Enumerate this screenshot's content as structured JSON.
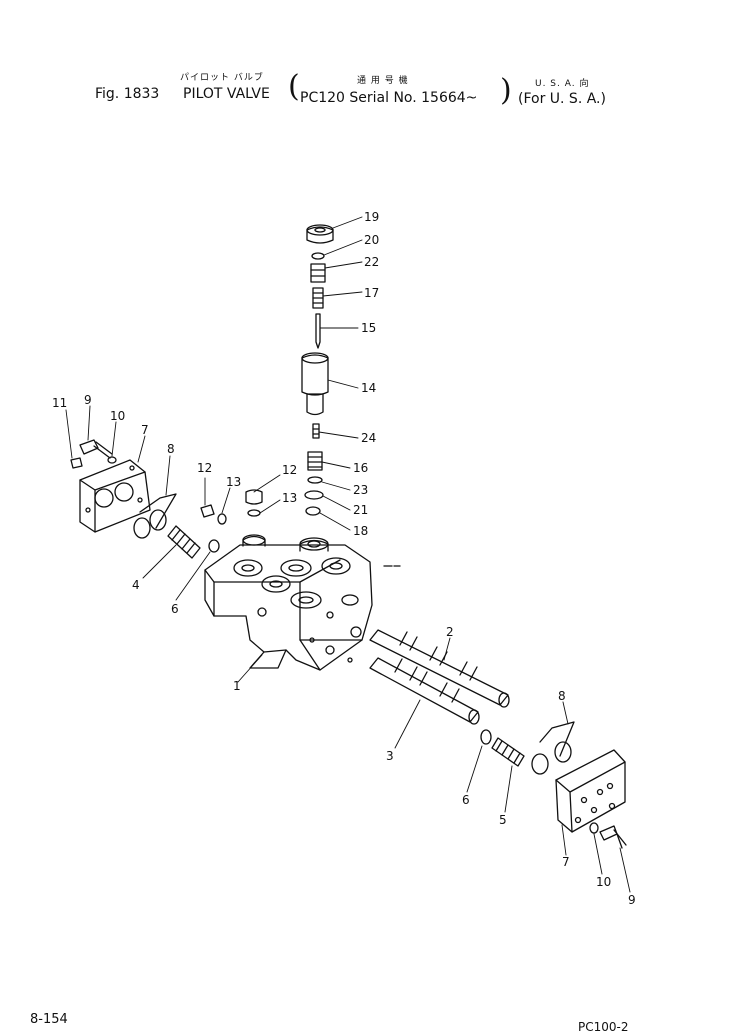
{
  "header": {
    "jp_name": "パイロット バルブ",
    "jp_serial": "通 用 号 機",
    "jp_region": "U. S. A. 向",
    "figure": "Fig. 1833",
    "title": "PILOT VALVE",
    "serial": "PC120 Serial No. 15664~",
    "region": "(For U. S. A.)"
  },
  "footer": {
    "page": "8-154",
    "model": "PC100-2"
  },
  "callouts": [
    {
      "id": "c19",
      "text": "19"
    },
    {
      "id": "c20",
      "text": "20"
    },
    {
      "id": "c22",
      "text": "22"
    },
    {
      "id": "c17",
      "text": "17"
    },
    {
      "id": "c15",
      "text": "15"
    },
    {
      "id": "c14",
      "text": "14"
    },
    {
      "id": "c24",
      "text": "24"
    },
    {
      "id": "c16",
      "text": "16"
    },
    {
      "id": "c23",
      "text": "23"
    },
    {
      "id": "c21",
      "text": "21"
    },
    {
      "id": "c18",
      "text": "18"
    },
    {
      "id": "c12a",
      "text": "12"
    },
    {
      "id": "c13a",
      "text": "13"
    },
    {
      "id": "c12b",
      "text": "12"
    },
    {
      "id": "c13b",
      "text": "13"
    },
    {
      "id": "c11",
      "text": "11"
    },
    {
      "id": "c9a",
      "text": "9"
    },
    {
      "id": "c10a",
      "text": "10"
    },
    {
      "id": "c7a",
      "text": "7"
    },
    {
      "id": "c8a",
      "text": "8"
    },
    {
      "id": "c4",
      "text": "4"
    },
    {
      "id": "c6a",
      "text": "6"
    },
    {
      "id": "c1",
      "text": "1"
    },
    {
      "id": "c2",
      "text": "2"
    },
    {
      "id": "c3",
      "text": "3"
    },
    {
      "id": "c6b",
      "text": "6"
    },
    {
      "id": "c5",
      "text": "5"
    },
    {
      "id": "c8b",
      "text": "8"
    },
    {
      "id": "c7b",
      "text": "7"
    },
    {
      "id": "c10b",
      "text": "10"
    },
    {
      "id": "c9b",
      "text": "9"
    }
  ]
}
